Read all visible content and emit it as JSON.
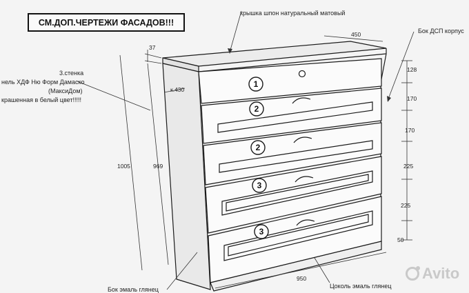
{
  "title": "СМ.ДОП.ЧЕРТЕЖИ ФАСАДОВ!!!",
  "callouts": {
    "top": "крышка шпон натуральный матовый",
    "side_right": "Бок ДСП корпус",
    "back_title": "3.стенка",
    "back_line1": "нель ХДФ Ню Форм Дамаско",
    "back_line2": "(МаксиДом)",
    "back_line3": "крашенная в белый цвет!!!!!",
    "side_bottom": "Бок эмаль глянец",
    "plinth": "Цоколь эмаль глянец"
  },
  "dimensions": {
    "width_top": "450",
    "depth_37": "37",
    "depth_430": "к.430",
    "height_total": "1005",
    "height_body": "969",
    "d1": "128",
    "d2": "170",
    "d3": "170",
    "d4": "225",
    "d5": "225",
    "plinth_h": "50",
    "width_bottom": "950"
  },
  "drawer_numbers": [
    "1",
    "2",
    "2",
    "3",
    "3"
  ],
  "watermark": "Avito"
}
